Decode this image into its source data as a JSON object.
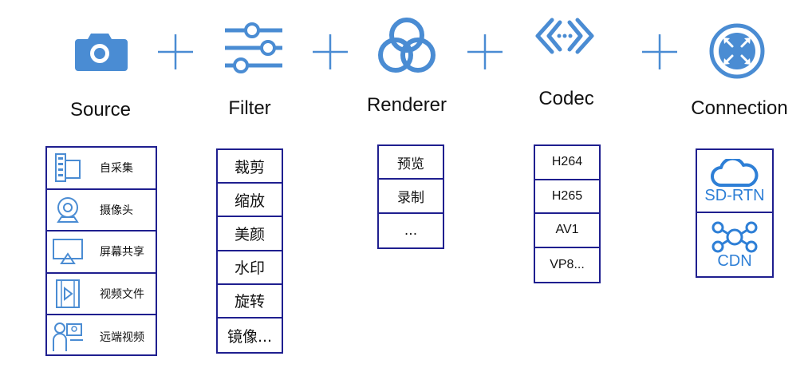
{
  "colors": {
    "icon_blue": "#4a8cd3",
    "box_border": "#1f1f8f",
    "conn_text": "#2e7fd6"
  },
  "categories": [
    {
      "title": "Source",
      "icon": "camera-icon"
    },
    {
      "title": "Filter",
      "icon": "sliders-icon"
    },
    {
      "title": "Renderer",
      "icon": "circles-icon"
    },
    {
      "title": "Codec",
      "icon": "code-arrows-icon"
    },
    {
      "title": "Connection",
      "icon": "network-icon"
    }
  ],
  "source_items": [
    {
      "label": "自采集",
      "icon": "film-icon"
    },
    {
      "label": "摄像头",
      "icon": "webcam-icon"
    },
    {
      "label": "屏幕共享",
      "icon": "screen-share-icon"
    },
    {
      "label": "视频文件",
      "icon": "video-file-icon"
    },
    {
      "label": "远端视频",
      "icon": "remote-user-icon"
    }
  ],
  "filter_items": [
    "裁剪",
    "缩放",
    "美颜",
    "水印",
    "旋转",
    "镜像..."
  ],
  "renderer_items": [
    "预览",
    "录制",
    "..."
  ],
  "codec_items": [
    "H264",
    "H265",
    "AV1",
    "VP8..."
  ],
  "connection_items": [
    {
      "label": "SD-RTN",
      "icon": "cloud-icon"
    },
    {
      "label": "CDN",
      "icon": "nodes-icon"
    }
  ]
}
